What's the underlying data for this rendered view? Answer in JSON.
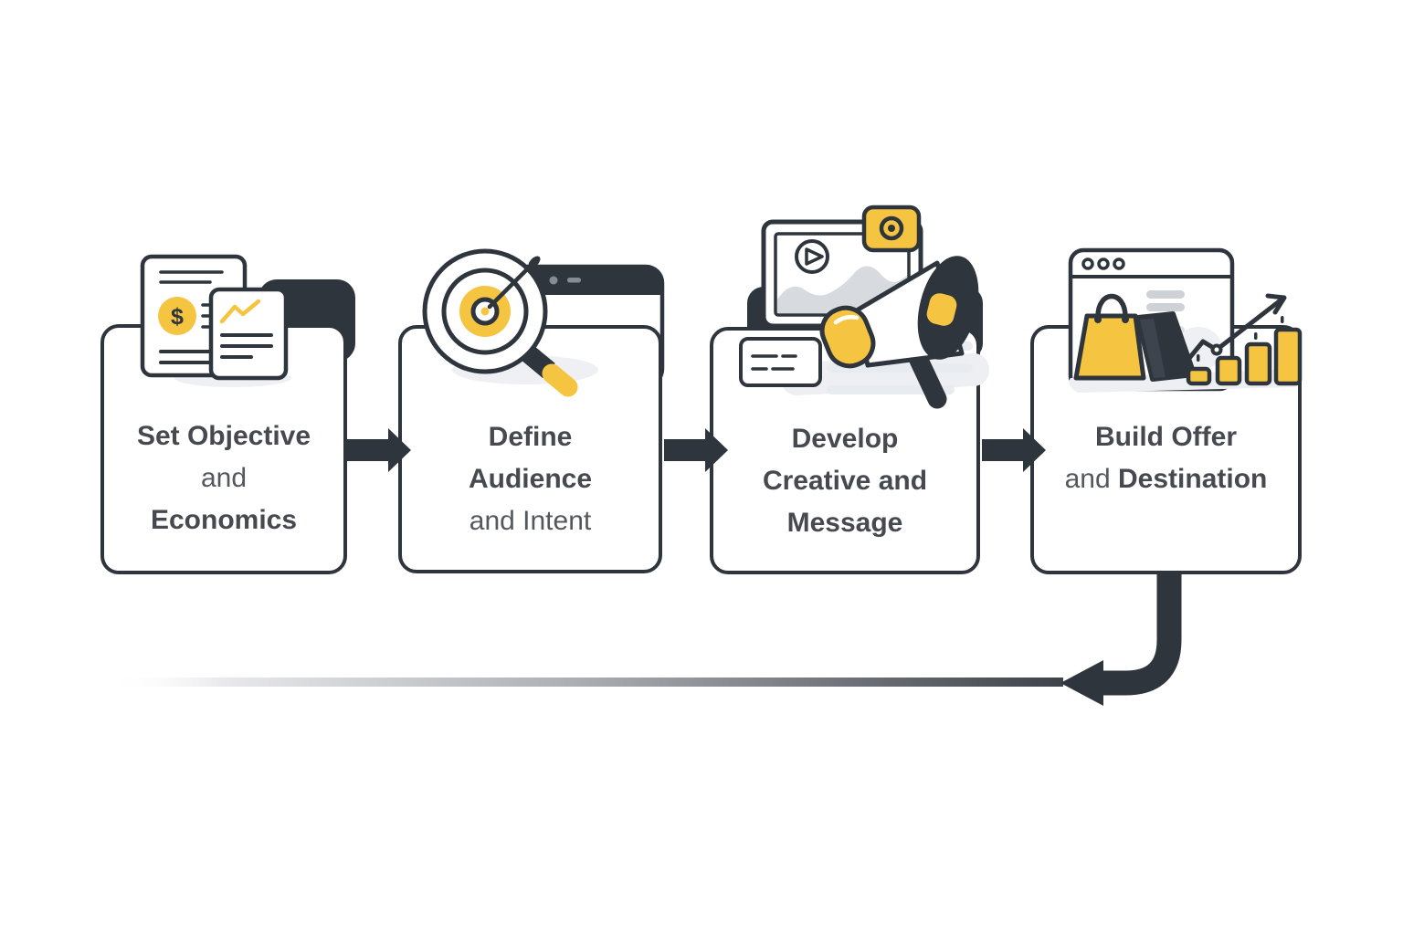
{
  "diagram": {
    "type": "process-flow",
    "direction": "left-to-right",
    "forward_arrows": 3,
    "loop_back_arrow": true
  },
  "colors": {
    "background": "#FFFFFF",
    "ink_dark": "#2F353C",
    "accent_yellow": "#F5C542",
    "text_primary": "#464A50",
    "text_secondary": "#54585E",
    "light_gray_line": "#D7DADF",
    "shadow_gray": "#EDEFF3",
    "fade_line_end": "#3E434A"
  },
  "steps": [
    {
      "icon": "financial-documents-icon",
      "dollar_glyph": "$",
      "lines": [
        [
          {
            "text": "Set Objective",
            "weight": "bold"
          }
        ],
        [
          {
            "text": "and",
            "weight": "regular"
          }
        ],
        [
          {
            "text": "Economics",
            "weight": "bold"
          }
        ]
      ]
    },
    {
      "icon": "bullseye-target-magnifier-icon",
      "lines": [
        [
          {
            "text": "Define",
            "weight": "bold"
          }
        ],
        [
          {
            "text": "Audience",
            "weight": "bold"
          }
        ],
        [
          {
            "text": "and Intent",
            "weight": "regular"
          }
        ]
      ]
    },
    {
      "icon": "megaphone-media-card-icon",
      "lines": [
        [
          {
            "text": "Develop",
            "weight": "bold"
          }
        ],
        [
          {
            "text": "Creative and",
            "weight": "bold"
          }
        ],
        [
          {
            "text": "Message",
            "weight": "bold"
          }
        ]
      ]
    },
    {
      "icon": "shopping-bag-growth-chart-icon",
      "lines": [
        [
          {
            "text": "Build Offer",
            "weight": "bold"
          }
        ],
        [
          {
            "text": "and",
            "weight": "regular"
          },
          {
            "text": "Destination",
            "weight": "bold"
          }
        ]
      ]
    }
  ]
}
